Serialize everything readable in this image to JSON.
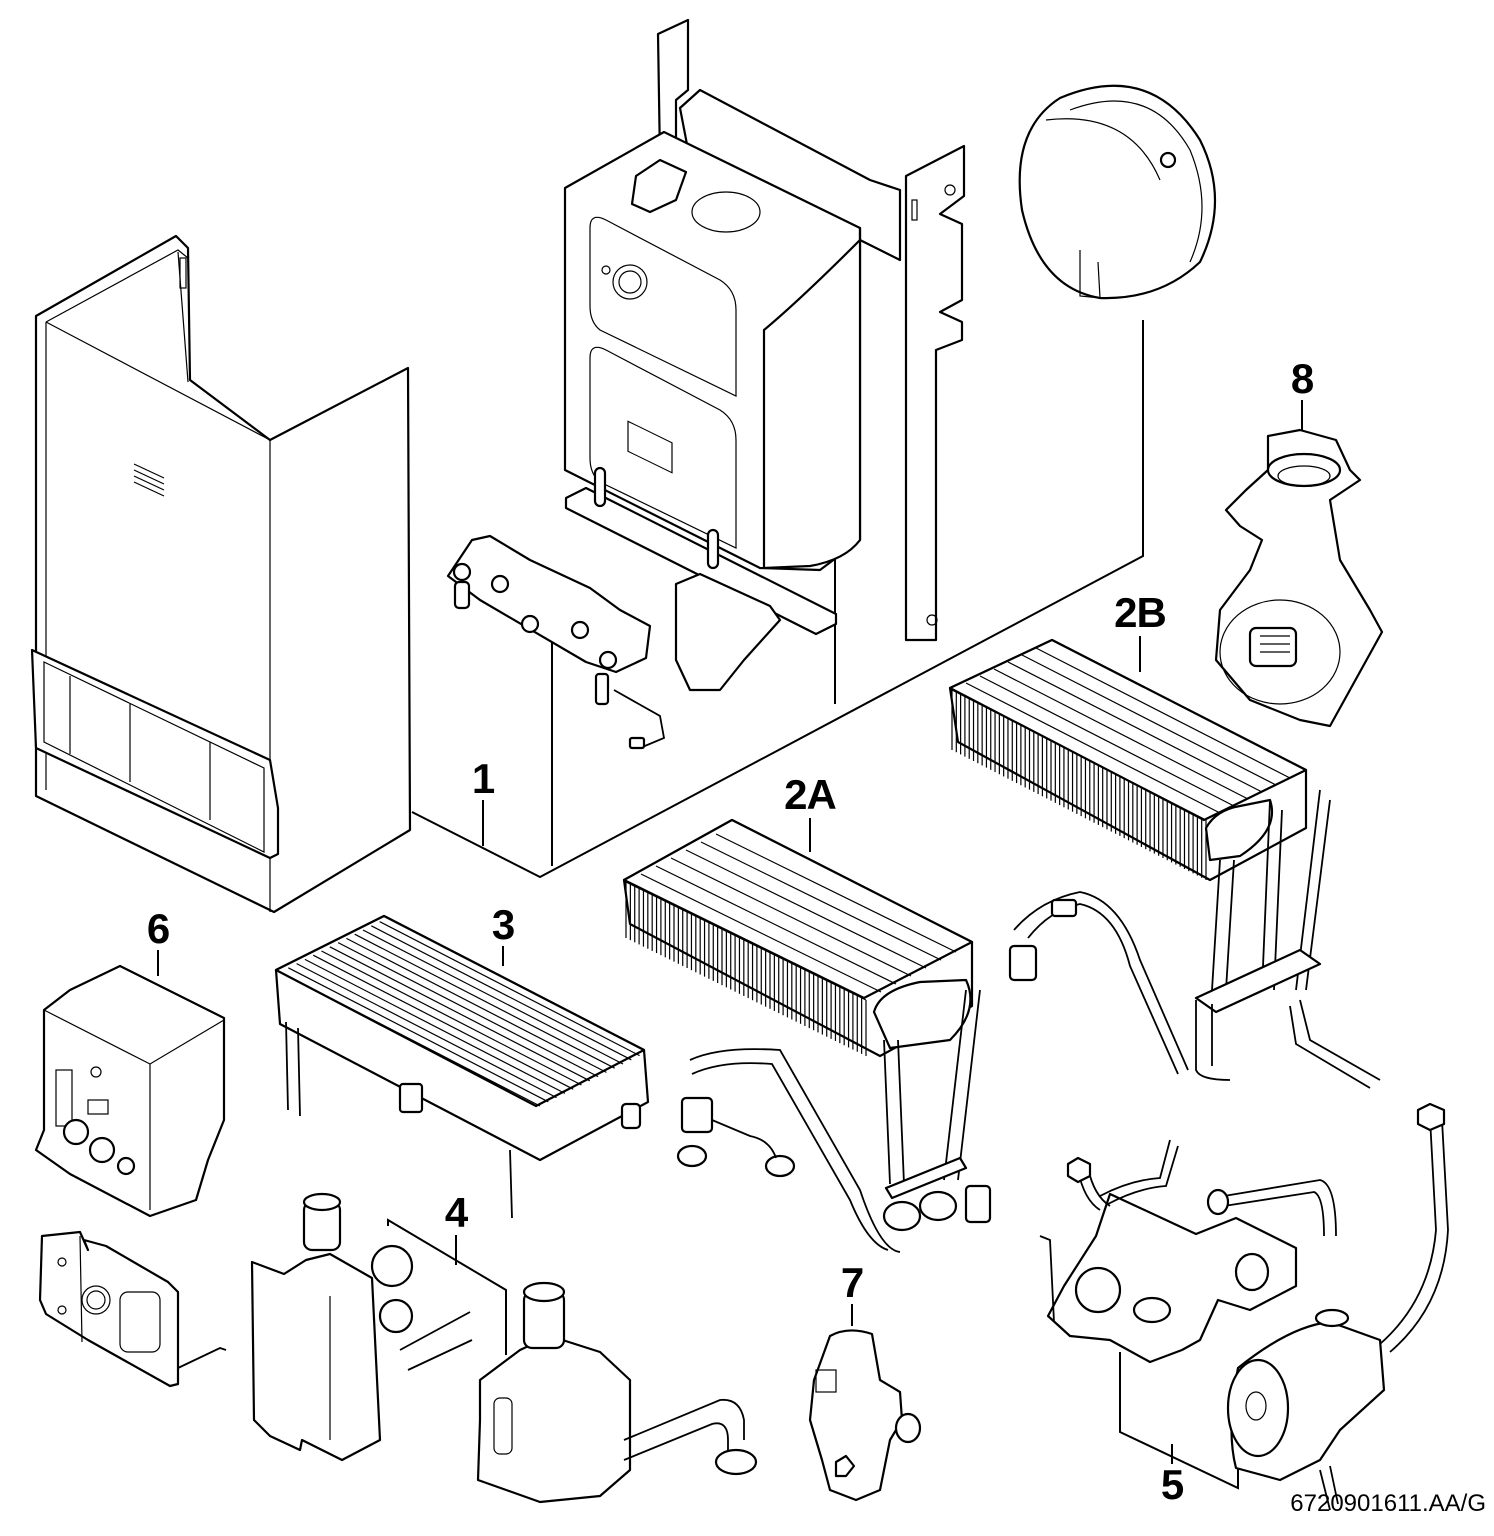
{
  "diagram": {
    "type": "exploded-parts-view",
    "document_number": "6720901611.AA/G",
    "callouts": [
      {
        "id": "1",
        "label": "1"
      },
      {
        "id": "2A",
        "label": "2A"
      },
      {
        "id": "2B",
        "label": "2B"
      },
      {
        "id": "3",
        "label": "3"
      },
      {
        "id": "4",
        "label": "4"
      },
      {
        "id": "5",
        "label": "5"
      },
      {
        "id": "6",
        "label": "6"
      },
      {
        "id": "7",
        "label": "7"
      },
      {
        "id": "8",
        "label": "8"
      }
    ],
    "parts": [
      {
        "name": "front-casing",
        "callout": null
      },
      {
        "name": "boiler-chassis-with-wall-frame",
        "callout": "1"
      },
      {
        "name": "mounting-rail",
        "callout": "1"
      },
      {
        "name": "connection-plate",
        "callout": "1"
      },
      {
        "name": "expansion-vessel",
        "callout": "1"
      },
      {
        "name": "fan-assembly",
        "callout": "8"
      },
      {
        "name": "heat-exchanger-large",
        "callout": "2B"
      },
      {
        "name": "heat-exchanger-small",
        "callout": "2A"
      },
      {
        "name": "burner",
        "callout": "3"
      },
      {
        "name": "control-unit",
        "callout": "6"
      },
      {
        "name": "control-panel-plate",
        "callout": null
      },
      {
        "name": "gas-valve-a",
        "callout": "4"
      },
      {
        "name": "gas-valve-b",
        "callout": "4"
      },
      {
        "name": "diverter-valve",
        "callout": "7"
      },
      {
        "name": "hydraulic-block",
        "callout": "5"
      },
      {
        "name": "pump",
        "callout": "5"
      }
    ]
  }
}
